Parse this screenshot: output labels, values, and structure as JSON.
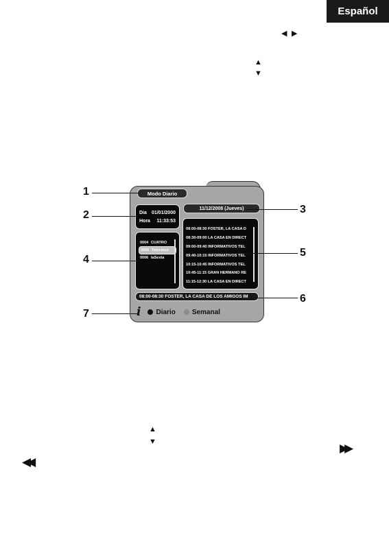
{
  "header": {
    "language": "Español"
  },
  "screen": {
    "mode_label": "Modo Diario",
    "date_label": "Dia",
    "date_value": "01/01/2000",
    "time_label": "Hora",
    "time_value": "11:33:53",
    "selected_day": "11/12/2008 (Jueves)",
    "channels": [
      {
        "num": "0004",
        "name": "CUATRO",
        "selected": false
      },
      {
        "num": "0005",
        "name": "Telecinco",
        "selected": true
      },
      {
        "num": "0006",
        "name": "laSexta",
        "selected": false
      }
    ],
    "programs": [
      "08:00-08:30 FOSTER, LA CASA D",
      "08:30-09:00 LA CASA EN DIRECT",
      "09:00-09:40 INFORMATIVOS TEL",
      "09:40-10:15 INFORMATIVOS TEL",
      "10:15-10:45 INFORMATIVOS TEL",
      "10:45-11:15 GRAN HERMANO RE",
      "11:15-12:30 LA CASA EN DIRECT"
    ],
    "info_bar": "08:00-08:30 FOSTER, LA CASA DE LOS AMIGOS IM",
    "footer": {
      "info_icon": "i",
      "daily_label": "Diario",
      "weekly_label": "Semanal"
    }
  },
  "callouts": [
    "1",
    "2",
    "3",
    "4",
    "5",
    "6",
    "7"
  ],
  "colors": {
    "daily_dot": "#111111",
    "weekly_dot": "#8c8c8c",
    "lang_tab": "#1a1a1a"
  }
}
